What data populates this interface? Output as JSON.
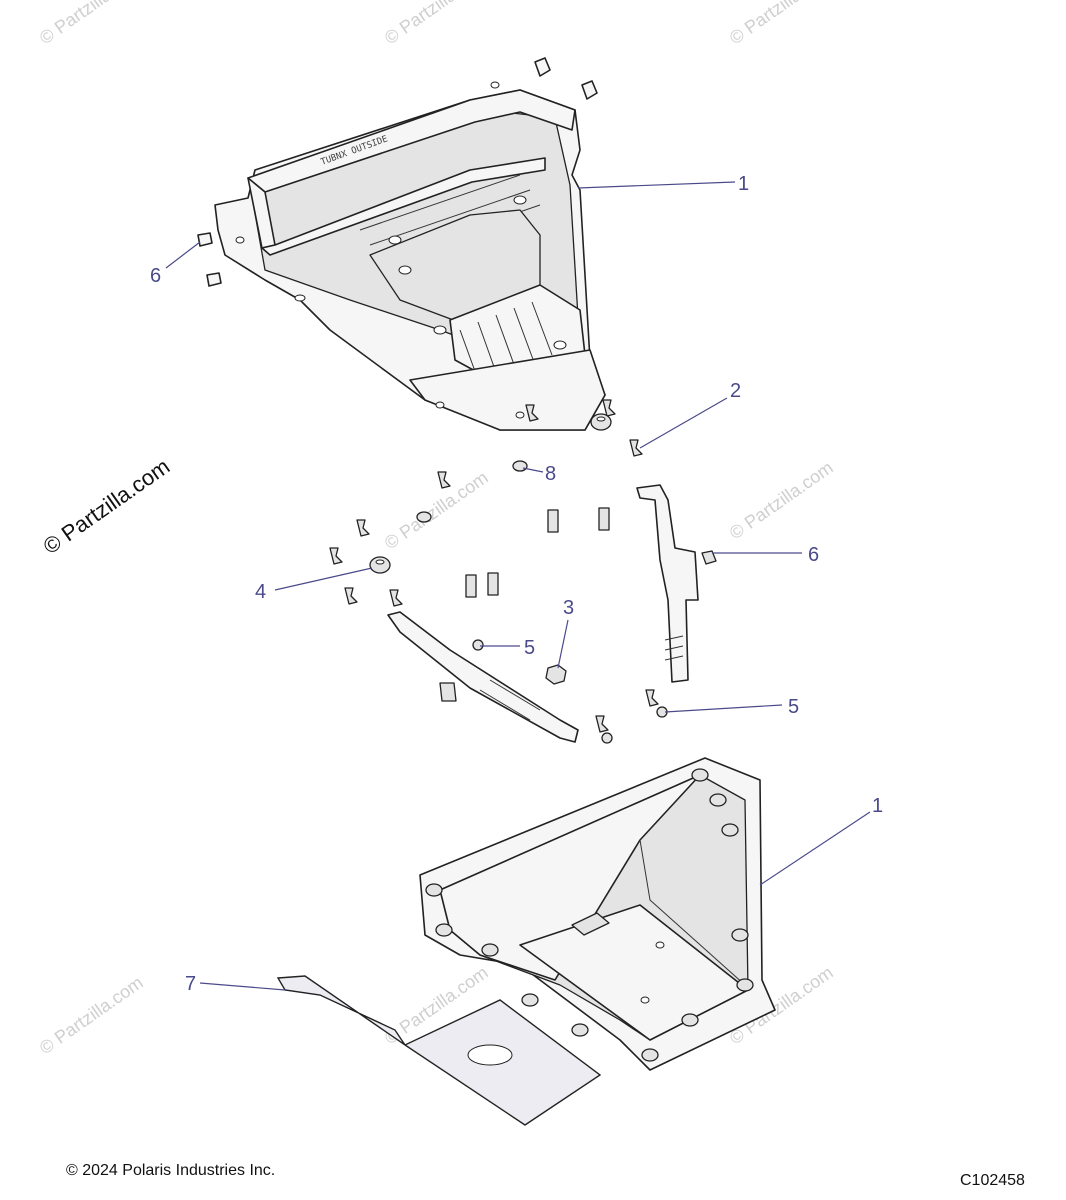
{
  "watermark_text": "© Partzilla.com",
  "footer": {
    "copyright": "© 2024 Polaris Industries Inc.",
    "diagram_code": "C102458"
  },
  "emboss_text": "TUBNX OUTSIDE",
  "callouts": [
    "1",
    "2",
    "8",
    "6",
    "4",
    "3",
    "5",
    "5",
    "1",
    "7",
    "6"
  ],
  "parts": [
    {
      "ref": "1",
      "kind": "storage-box-lid"
    },
    {
      "ref": "1",
      "kind": "storage-box-tub"
    },
    {
      "ref": "2",
      "kind": "push-rivet"
    },
    {
      "ref": "3",
      "kind": "nut"
    },
    {
      "ref": "4",
      "kind": "grommet"
    },
    {
      "ref": "5",
      "kind": "screw"
    },
    {
      "ref": "6",
      "kind": "clip"
    },
    {
      "ref": "7",
      "kind": "heat-shield"
    },
    {
      "ref": "8",
      "kind": "bolt"
    }
  ]
}
